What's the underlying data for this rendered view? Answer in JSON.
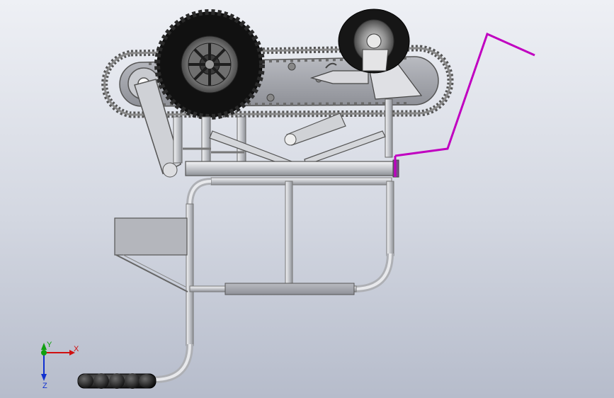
{
  "viewport": {
    "background_top": "#eef0f5",
    "background_bottom": "#b6bccb"
  },
  "model": {
    "components": [
      "track-assembly",
      "front-wheel",
      "rear-caster-wheel",
      "sketch-handle",
      "tube-frame",
      "side-box",
      "hand-grip"
    ],
    "colors": {
      "tire": "#1a1a1a",
      "hub": "#9a9a9a",
      "metal": "#c9cbd0",
      "metal_dark": "#7a7c82",
      "sketch": "#c000c0",
      "tube": "#d4d6da"
    }
  },
  "triad": {
    "x_label": "X",
    "y_label": "Y",
    "z_label": "Z",
    "x_color": "#d01010",
    "y_color": "#10a010",
    "z_color": "#1030d0"
  }
}
